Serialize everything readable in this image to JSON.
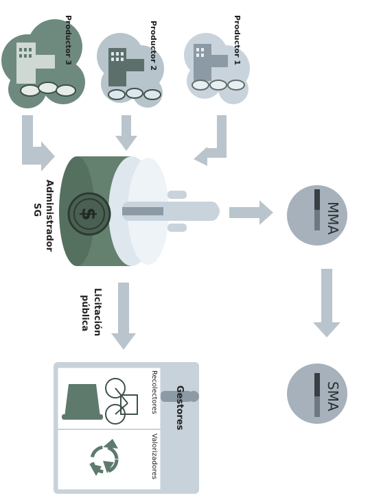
{
  "producers": [
    {
      "label": "Productor 3"
    },
    {
      "label": "Productor 2"
    },
    {
      "label": "Productor 1"
    }
  ],
  "administrator": {
    "label_line1": "Administrador",
    "label_line2": "SG"
  },
  "tender": {
    "label_line1": "Licitación",
    "label_line2": "pública"
  },
  "authorities": [
    {
      "label": "MMA"
    },
    {
      "label": "SMA"
    }
  ],
  "managers": {
    "title": "Gestores",
    "collectors_label": "Recolectores",
    "recoverers_label": "Valorizadores"
  },
  "colors": {
    "factory_dark": "#5d7a6d",
    "factory_mid": "#7a8f8a",
    "factory_light": "#8c9aa6",
    "cloud_dark": "#6e8a7e",
    "cloud_mid": "#b7c4cb",
    "cloud_light": "#c9d3dc",
    "arrow": "#b9c4cc",
    "cylinder_dark": "#64806f",
    "cylinder_light": "#dfe7ee",
    "authority_circle": "#a6b1bb",
    "panel": "#c8d2da",
    "panel_inner": "#ffffff"
  },
  "icons": [
    "factory-icon",
    "coins-icon",
    "dollar-coin-icon",
    "person-icon",
    "bicycle-icon",
    "bin-icon",
    "recycle-icon"
  ]
}
